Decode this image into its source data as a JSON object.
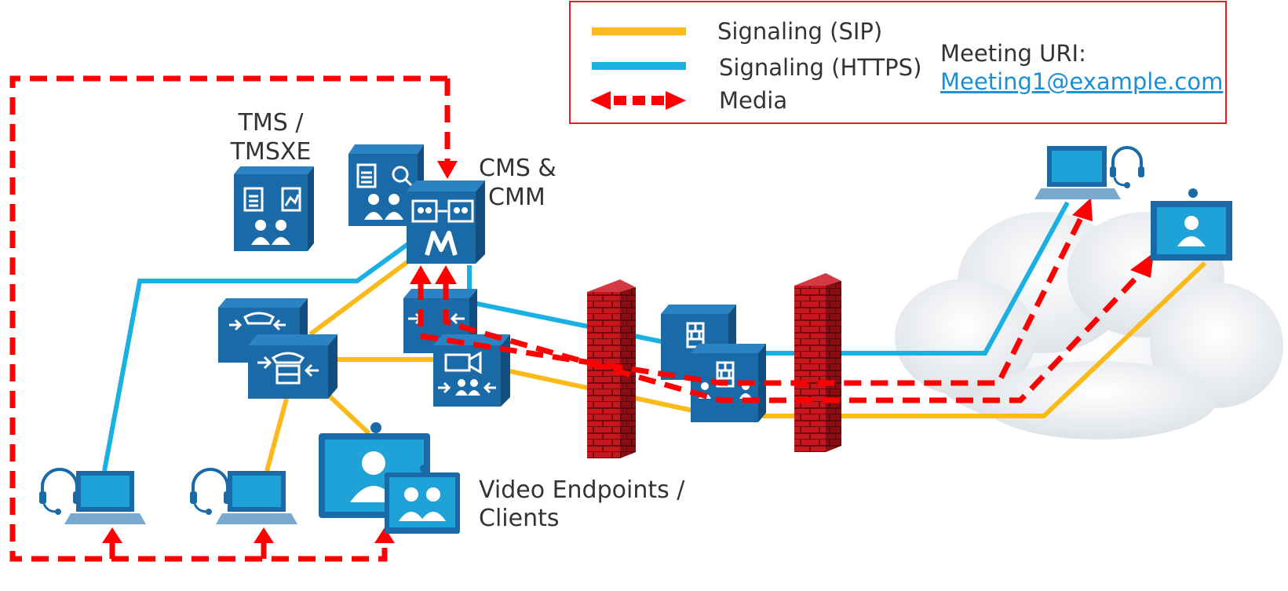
{
  "legend": {
    "sip_label": "Signaling (SIP)",
    "https_label": "Signaling (HTTPS)",
    "media_label": "Media",
    "meeting_uri_label": "Meeting URI:",
    "meeting_uri_value": "Meeting1@example.com"
  },
  "labels": {
    "tms_line1": "TMS /",
    "tms_line2": "TMSXE",
    "cms_line1": "CMS &",
    "cms_line2": "CMM",
    "video_line1": "Video Endpoints /",
    "video_line2": "Clients"
  },
  "colors": {
    "sip": "#fbb91a",
    "https": "#1bb0e3",
    "media": "#ff0000",
    "device": "#1b6aa8",
    "firewall": "#b8141e",
    "legend_border": "#e02020",
    "link": "#1a8fd6"
  },
  "icons": [
    "tms-server-icon",
    "cms-server-icon",
    "cmm-server-icon",
    "unified-cm-icon",
    "expressway-c-icon",
    "expressway-e-icon",
    "firewall-icon",
    "laptop-headset-icon",
    "video-endpoint-icon",
    "cloud-icon"
  ]
}
